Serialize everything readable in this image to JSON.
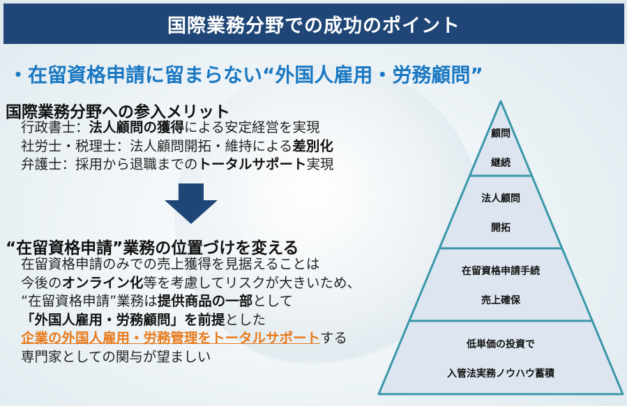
{
  "title": "国際業務分野での成功のポイント",
  "subtitle": "・在留資格申請に留まらない“外国人雇用・労務顧問”",
  "merits": {
    "heading": "国際業務分野への参入メリット",
    "lines": [
      [
        {
          "t": "行政書士："
        },
        {
          "t": "法人顧問の獲得",
          "b": true
        },
        {
          "t": "による安定経営を実現"
        }
      ],
      [
        {
          "t": "社労士・税理士：法人顧問開拓・維持による"
        },
        {
          "t": "差別化",
          "b": true
        }
      ],
      [
        {
          "t": "弁護士：採用から退職までの"
        },
        {
          "t": "トータルサポート",
          "b": true
        },
        {
          "t": "実現"
        }
      ]
    ]
  },
  "arrow_icon": "down-arrow-icon",
  "reposition": {
    "heading": "“在留資格申請”業務の位置づけを変える",
    "lines": [
      [
        {
          "t": "在留資格申請のみでの売上獲得を見据えることは"
        }
      ],
      [
        {
          "t": "今後の"
        },
        {
          "t": "オンライン化",
          "b": true
        },
        {
          "t": "等を考慮してリスクが大きいため、"
        }
      ],
      [
        {
          "t": "“在留資格申請”業務は"
        },
        {
          "t": "提供商品の一部",
          "b": true
        },
        {
          "t": "として"
        }
      ],
      [
        {
          "t": "「外国人雇用・労務顧問」を前提",
          "b": true
        },
        {
          "t": "とした"
        }
      ],
      [
        {
          "t": "企業の外国人雇用・労務管理をトータルサポート",
          "o": true
        },
        {
          "t": "する"
        }
      ],
      [
        {
          "t": "専門家としての関与が望ましい"
        }
      ]
    ]
  },
  "pyramid": {
    "stroke": "#3a97a8",
    "fill": "#dde6f0",
    "levels": [
      {
        "l1": "顧問",
        "l2": "継続"
      },
      {
        "l1": "法人顧問",
        "l2": "開拓"
      },
      {
        "l1": "在留資格申請手続",
        "l2": "売上確保"
      },
      {
        "l1": "低単価の投資で",
        "l2": "入管法実務ノウハウ蓄積"
      }
    ]
  }
}
